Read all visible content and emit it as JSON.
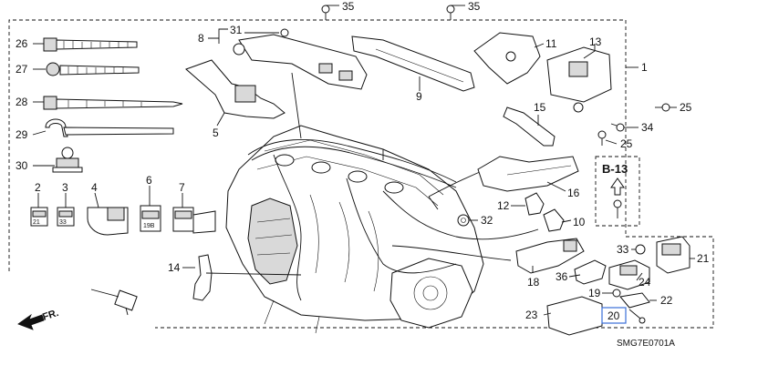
{
  "diagram": {
    "section_reference": "B-13",
    "direction_label": "FR.",
    "image_code": "SMG7E0701A",
    "callouts": [
      "35",
      "35",
      "8",
      "31",
      "26",
      "27",
      "28",
      "29",
      "30",
      "5",
      "9",
      "11",
      "13",
      "1",
      "15",
      "25",
      "34",
      "25",
      "2",
      "3",
      "4",
      "6",
      "7",
      "16",
      "12",
      "32",
      "10",
      "14",
      "18",
      "36",
      "24",
      "33",
      "21",
      "19",
      "22",
      "23",
      "20"
    ],
    "connector_labels": [
      "21",
      "33",
      "19B"
    ],
    "highlighted_callout": "20"
  }
}
